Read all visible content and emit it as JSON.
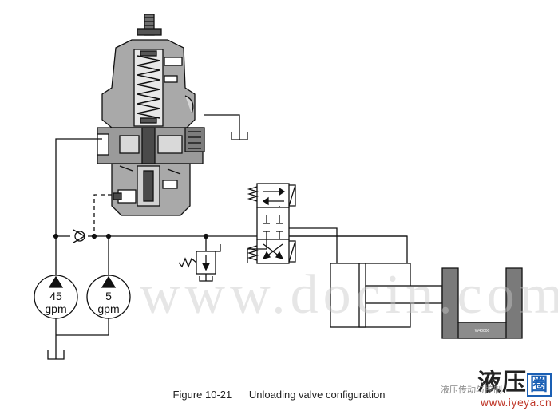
{
  "caption": {
    "figure": "Figure 10-21",
    "title": "Unloading valve configuration"
  },
  "pumps": [
    {
      "flow": "45",
      "unit": "gpm"
    },
    {
      "flow": "5",
      "unit": "gpm"
    }
  ],
  "cylinder_label": "W40000",
  "watermark": "www.docin.com",
  "brand": {
    "name": "液压",
    "mark": "圈",
    "subtitle": "液压传动与控制",
    "url": "www.iyeya.cn"
  },
  "colors": {
    "line": "#111111",
    "body": "#a9a9a9",
    "dark": "#4a4a4a",
    "shade": "#7d7d7d"
  }
}
